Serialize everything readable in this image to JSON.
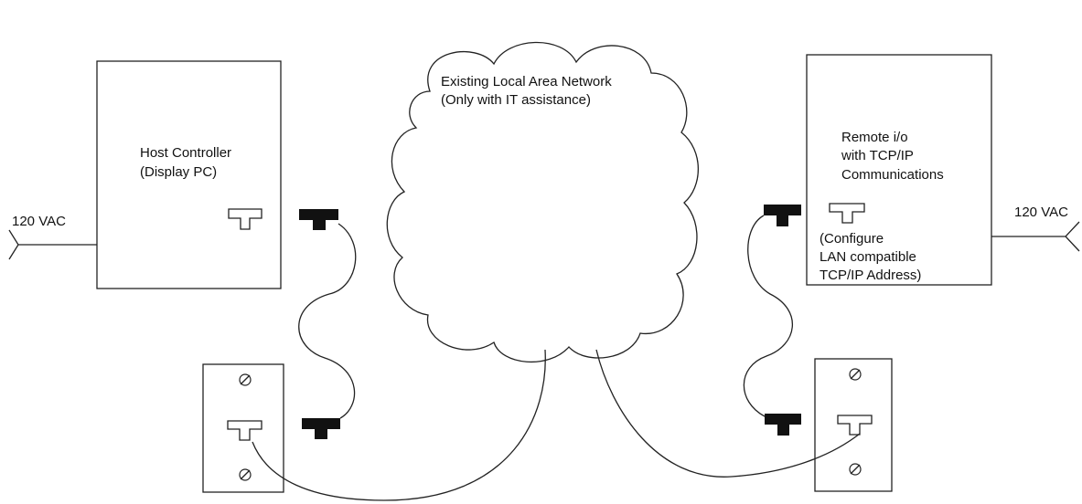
{
  "cloud": {
    "line1": "Existing Local Area Network",
    "line2": "(Only with IT assistance)"
  },
  "host": {
    "line1": "Host Controller",
    "line2": "(Display PC)",
    "power": "120 VAC"
  },
  "remote": {
    "line1": "Remote i/o",
    "line2": "with TCP/IP",
    "line3": "Communications",
    "note1": "(Configure",
    "note2": "LAN compatible",
    "note3": "TCP/IP Address)",
    "power": "120 VAC"
  }
}
